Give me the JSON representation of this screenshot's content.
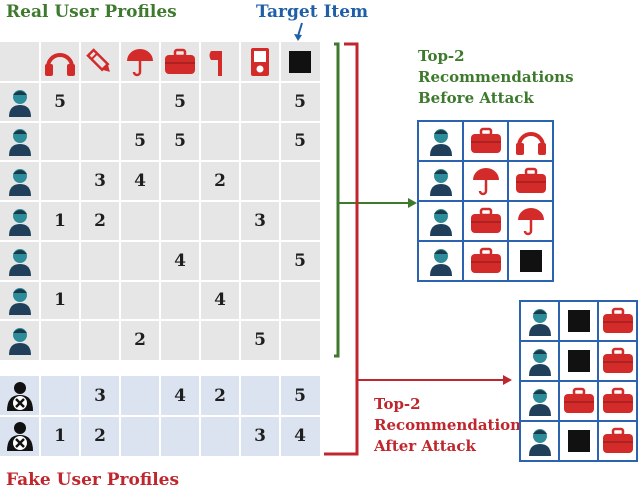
{
  "labels": {
    "real_profiles": "Real User Profiles",
    "target_item": "Target Item",
    "fake_profiles": "Fake User Profiles",
    "before_lines": [
      "Top-2",
      "Recommendations",
      "Before Attack"
    ],
    "after_lines": [
      "Top-2",
      "Recommendations",
      "After Attack"
    ]
  },
  "items": [
    "headphones-icon",
    "pencil-icon",
    "umbrella-icon",
    "suitcase-icon",
    "axe-icon",
    "phone-icon",
    "black-square-icon"
  ],
  "real_rows": [
    {
      "avatar": "user-avatar-icon",
      "ratings": [
        "5",
        "",
        "",
        "5",
        "",
        "",
        "5"
      ]
    },
    {
      "avatar": "user-avatar-icon",
      "ratings": [
        "",
        "",
        "5",
        "5",
        "",
        "",
        "5"
      ]
    },
    {
      "avatar": "user-avatar-icon",
      "ratings": [
        "",
        "3",
        "4",
        "",
        "2",
        "",
        ""
      ]
    },
    {
      "avatar": "user-avatar-icon",
      "ratings": [
        "1",
        "2",
        "",
        "",
        "",
        "3",
        ""
      ]
    },
    {
      "avatar": "user-avatar-icon",
      "ratings": [
        "",
        "",
        "",
        "4",
        "",
        "",
        "5"
      ]
    },
    {
      "avatar": "user-avatar-icon",
      "ratings": [
        "1",
        "",
        "",
        "",
        "4",
        "",
        ""
      ]
    },
    {
      "avatar": "user-avatar-icon",
      "ratings": [
        "",
        "",
        "2",
        "",
        "",
        "5",
        ""
      ]
    }
  ],
  "fake_rows": [
    {
      "avatar": "fake-user-icon",
      "ratings": [
        "",
        "3",
        "",
        "4",
        "2",
        "",
        "5"
      ]
    },
    {
      "avatar": "fake-user-icon",
      "ratings": [
        "1",
        "2",
        "",
        "",
        "",
        "3",
        "4"
      ]
    }
  ],
  "colors": {
    "green": "#3e7a2e",
    "red": "#c0262d",
    "blue": "#1f5fa8",
    "item_red": "#d32a2a",
    "real_bg": "#e6e6e6",
    "fake_bg": "#dbe3f0"
  }
}
